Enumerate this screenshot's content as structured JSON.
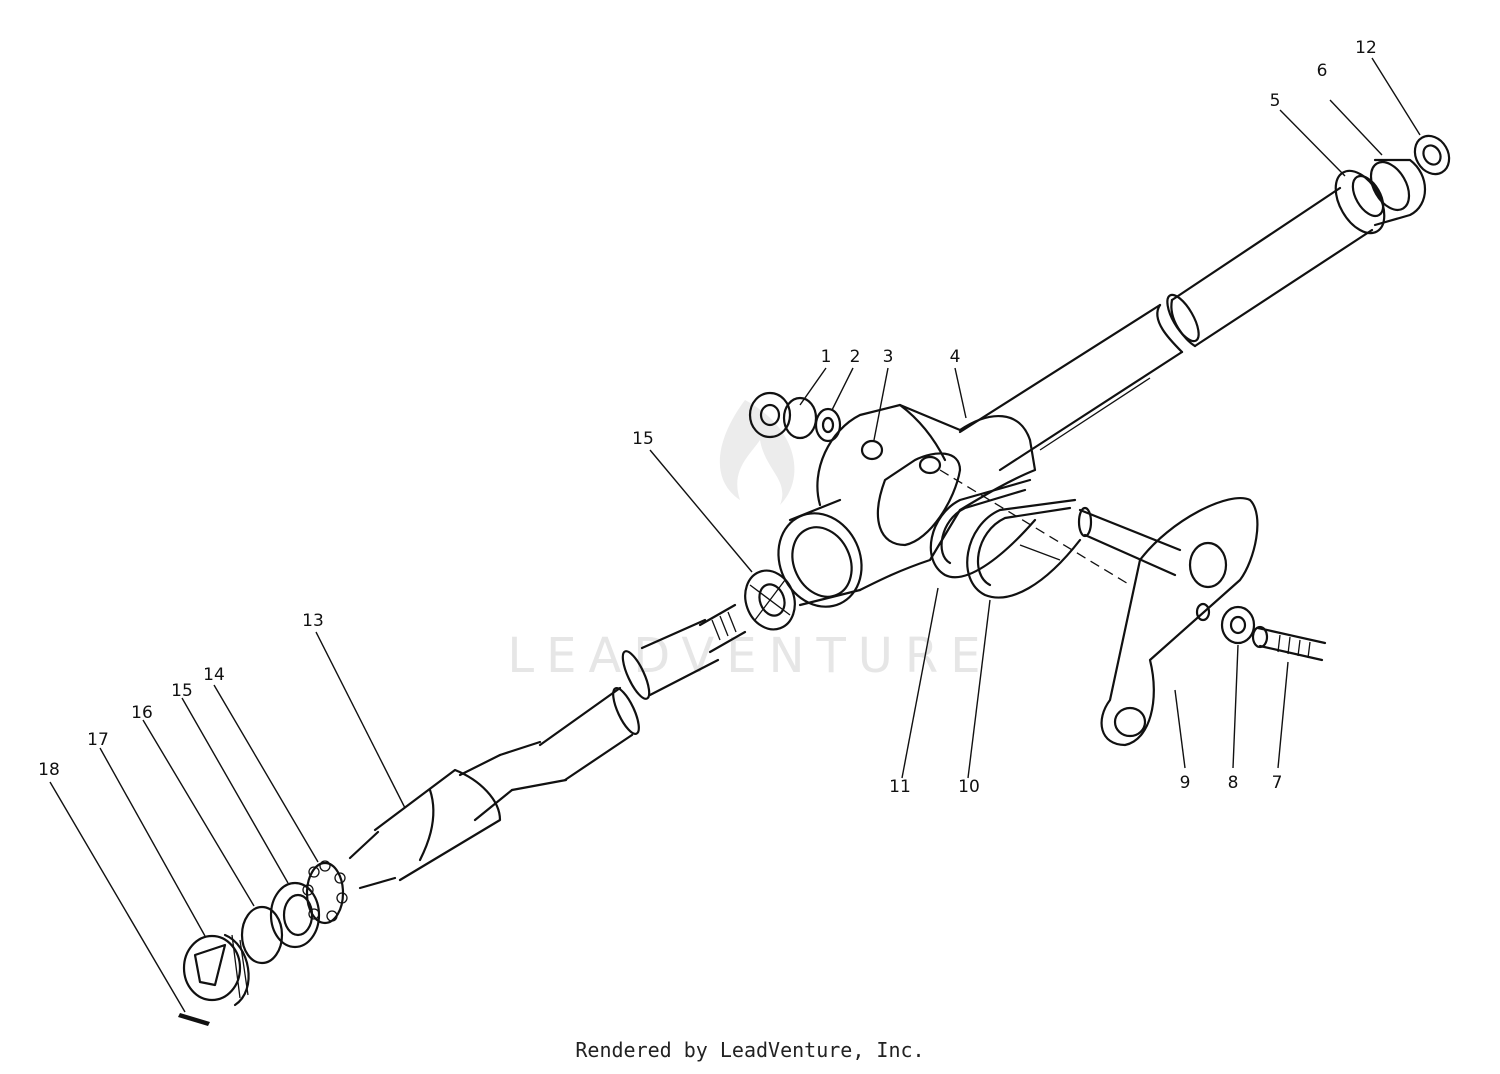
{
  "watermark": {
    "text": "LEADVENTURE"
  },
  "footer": {
    "text": "Rendered by LeadVenture, Inc."
  },
  "callouts": [
    {
      "id": "c1",
      "label": "1"
    },
    {
      "id": "c2",
      "label": "2"
    },
    {
      "id": "c3",
      "label": "3"
    },
    {
      "id": "c4",
      "label": "4"
    },
    {
      "id": "c5",
      "label": "5"
    },
    {
      "id": "c6",
      "label": "6"
    },
    {
      "id": "c7",
      "label": "7"
    },
    {
      "id": "c8",
      "label": "8"
    },
    {
      "id": "c9",
      "label": "9"
    },
    {
      "id": "c10",
      "label": "10"
    },
    {
      "id": "c11",
      "label": "11"
    },
    {
      "id": "c12",
      "label": "12"
    },
    {
      "id": "c13",
      "label": "13"
    },
    {
      "id": "c14",
      "label": "14"
    },
    {
      "id": "c15a",
      "label": "15"
    },
    {
      "id": "c15b",
      "label": "15"
    },
    {
      "id": "c16",
      "label": "16"
    },
    {
      "id": "c17",
      "label": "17"
    },
    {
      "id": "c18",
      "label": "18"
    }
  ]
}
